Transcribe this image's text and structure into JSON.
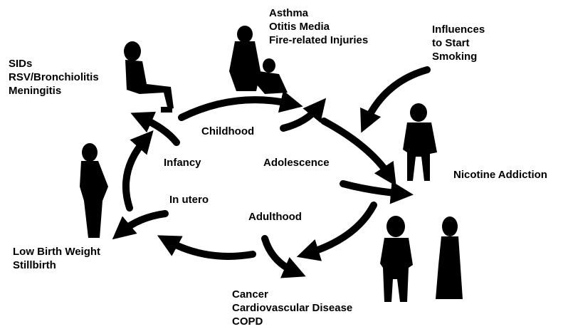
{
  "stages": {
    "in_utero": "In utero",
    "infancy": "Infancy",
    "childhood": "Childhood",
    "adolescence": "Adolescence",
    "adulthood": "Adulthood"
  },
  "effects": {
    "infancy": [
      "SIDs",
      "RSV/Bronchiolitis",
      "Meningitis"
    ],
    "childhood": [
      "Asthma",
      "Otitis Media",
      "Fire-related Injuries"
    ],
    "influences": [
      "Influences",
      "to Start",
      "Smoking"
    ],
    "adolescence": [
      "Nicotine Addiction"
    ],
    "adulthood": [
      "Cancer",
      "Cardiovascular Disease",
      "COPD"
    ],
    "in_utero": [
      "Low Birth Weight",
      "Stillbirth"
    ]
  },
  "colors": {
    "ink": "#000000",
    "background": "#ffffff"
  }
}
